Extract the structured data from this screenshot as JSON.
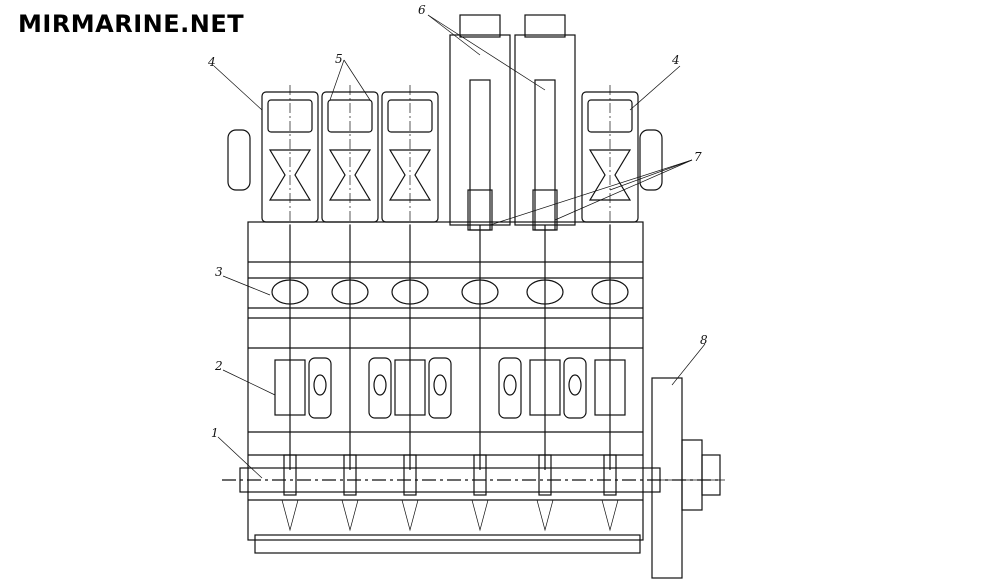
{
  "watermark": "MIRMARINE.NET",
  "callouts": {
    "c1": "1",
    "c2": "2",
    "c3": "3",
    "c4a": "4",
    "c4b": "4",
    "c5": "5",
    "c6": "6",
    "c7": "7",
    "c8": "8"
  }
}
